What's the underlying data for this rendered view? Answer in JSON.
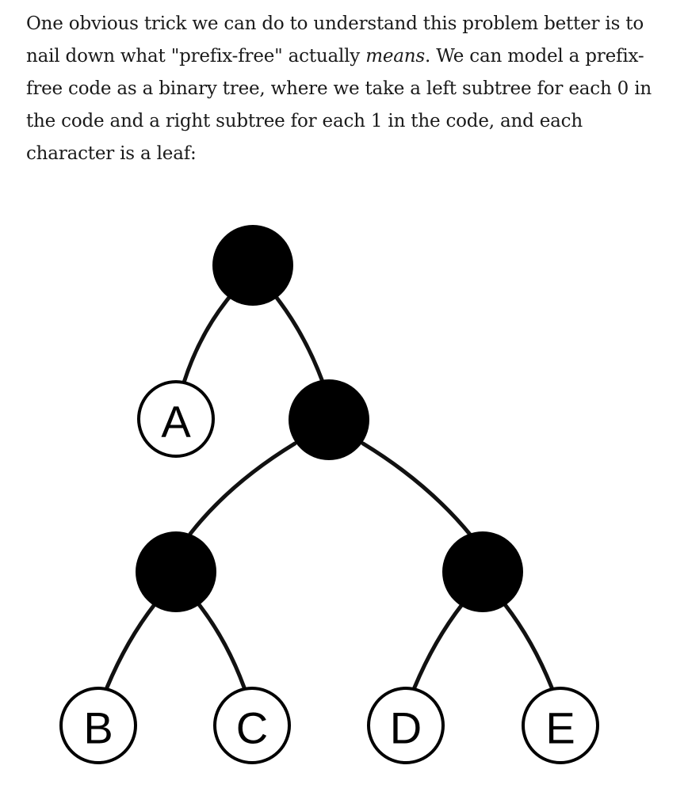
{
  "paragraph": {
    "text_before_emphasis": "One obvious trick we can do to understand this problem better is to nail down what \"prefix-free\" actually ",
    "emphasis": "means",
    "text_after_emphasis": ". We can model a prefix-free code as a binary tree, where we take a left subtree for each 0 in the code and a right subtree for each 1 in the code, and each character is a leaf:"
  },
  "tree": {
    "leaves": [
      "A",
      "B",
      "C",
      "D",
      "E"
    ]
  }
}
